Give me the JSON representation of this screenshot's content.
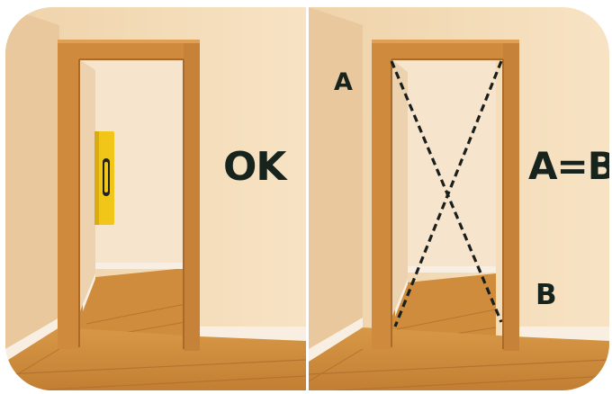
{
  "panels": [
    {
      "id": "level",
      "label": "OK"
    },
    {
      "id": "diagonals",
      "label": "A=B",
      "corner_top_label": "A",
      "corner_bottom_label": "B"
    }
  ],
  "colors": {
    "wall": "#f2d8b2",
    "floor": "#d99a4a",
    "door_frame": "#cf8a3e",
    "spirit_level": "#f2c619",
    "label_text": "#17231d"
  }
}
